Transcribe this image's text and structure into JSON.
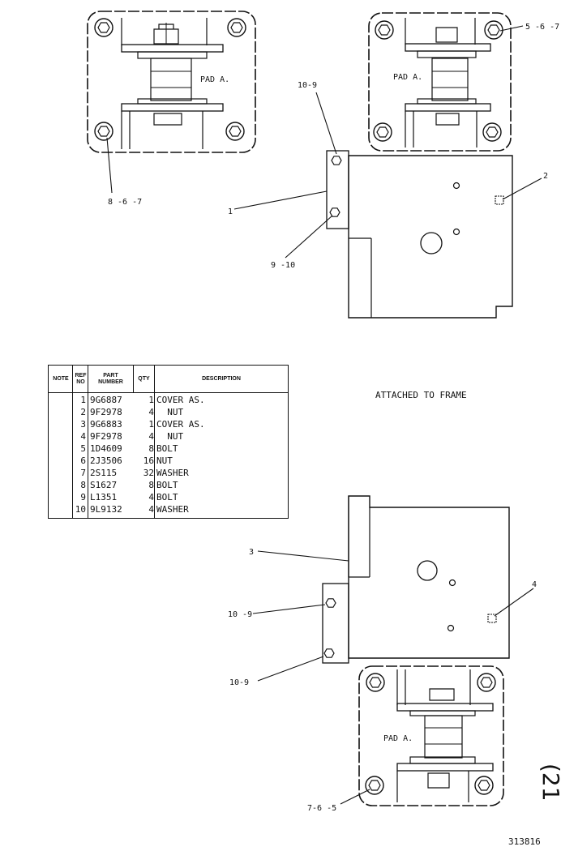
{
  "callouts": {
    "top_left_bolt": "8 -6 -7",
    "top_right_bolt": "5 -6 -7",
    "top_bolt_upper": "10-9",
    "top_bolt_lower": "9 -10",
    "top_cover": "1",
    "top_nut": "2",
    "bottom_cover": "3",
    "bottom_nut": "4",
    "bottom_bolt_upper": "10 -9",
    "bottom_bolt_lower": "10-9",
    "bottom_pad_bolt": "7-6 -5"
  },
  "pads": {
    "top_left": "PAD A.",
    "top_right": "PAD A.",
    "bottom": "PAD A."
  },
  "attached_note": "ATTACHED TO FRAME",
  "figure_number": "313816",
  "margin_mark": "(21",
  "parts_table": {
    "headers": {
      "note": "NOTE",
      "ref_no": "REF\nNO",
      "part_number": "PART\nNUMBER",
      "qty": "QTY",
      "description": "DESCRIPTION"
    },
    "rows": [
      {
        "ref": "1",
        "part": "9G6887",
        "qty": "1",
        "desc": "COVER AS."
      },
      {
        "ref": "2",
        "part": "9F2978",
        "qty": "4",
        "desc": "  NUT"
      },
      {
        "ref": "3",
        "part": "9G6883",
        "qty": "1",
        "desc": "COVER AS."
      },
      {
        "ref": "4",
        "part": "9F2978",
        "qty": "4",
        "desc": "  NUT"
      },
      {
        "ref": "5",
        "part": "1D4609",
        "qty": "8",
        "desc": "BOLT"
      },
      {
        "ref": "6",
        "part": "2J3506",
        "qty": "16",
        "desc": "NUT"
      },
      {
        "ref": "7",
        "part": "2S115",
        "qty": "32",
        "desc": "WASHER"
      },
      {
        "ref": "8",
        "part": "S1627",
        "qty": "8",
        "desc": "BOLT"
      },
      {
        "ref": "9",
        "part": "L1351",
        "qty": "4",
        "desc": "BOLT"
      },
      {
        "ref": "10",
        "part": "9L9132",
        "qty": "4",
        "desc": "WASHER"
      }
    ]
  }
}
